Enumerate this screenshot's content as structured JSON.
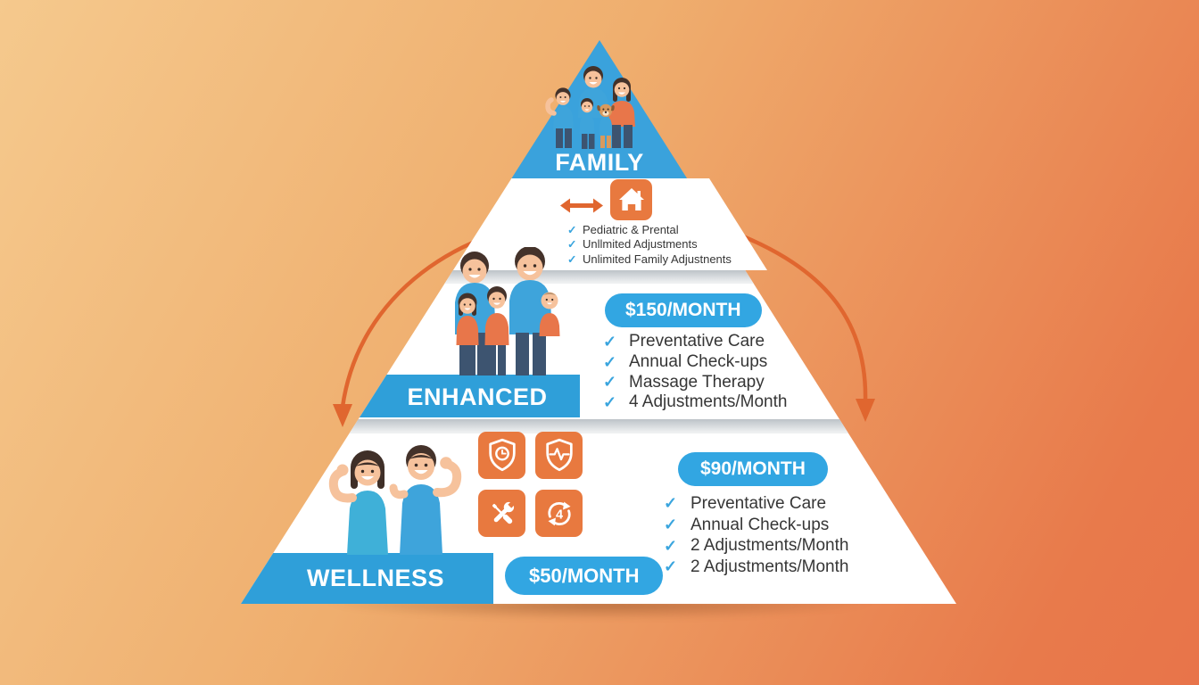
{
  "colors": {
    "background_from": "#f5c98d",
    "background_to": "#e8744a",
    "tier_blue": "#3aa2dc",
    "band_blue": "#2f9fd9",
    "pill_blue": "#32a6e2",
    "check_blue": "#3aa5de",
    "tile_orange": "#e8793f",
    "arrow_orange": "#e0662f",
    "text_dark": "#363636",
    "white": "#ffffff"
  },
  "icons": {
    "check": "✓",
    "rotate_number": "4",
    "tile_names": [
      "shield-clock",
      "shield-pulse",
      "tools",
      "recurring-4"
    ],
    "top_icons": [
      "left-right-arrow",
      "house"
    ]
  },
  "tiers": {
    "family": {
      "label": "FAMILY",
      "features": [
        "Pediatric & Prental",
        "Unllmited Adjustments",
        "Unlimited Family Adjustnents"
      ]
    },
    "enhanced": {
      "label": "ENHANCED",
      "price_amount": "$150",
      "price_suffix": "/MONTH",
      "features": [
        "Preventative Care",
        "Annual Check-ups",
        "Massage Therapy",
        "4 Adjustments/Month"
      ]
    },
    "wellness": {
      "label": "WELLNESS",
      "badge_amount": "$90",
      "badge_suffix": "/MONTH",
      "band_amount": "$50",
      "band_suffix": "/MONTH",
      "features": [
        "Preventative Care",
        "Annual Check-ups",
        "2 Adjustments/Month",
        "2 Adjustments/Month"
      ]
    }
  }
}
